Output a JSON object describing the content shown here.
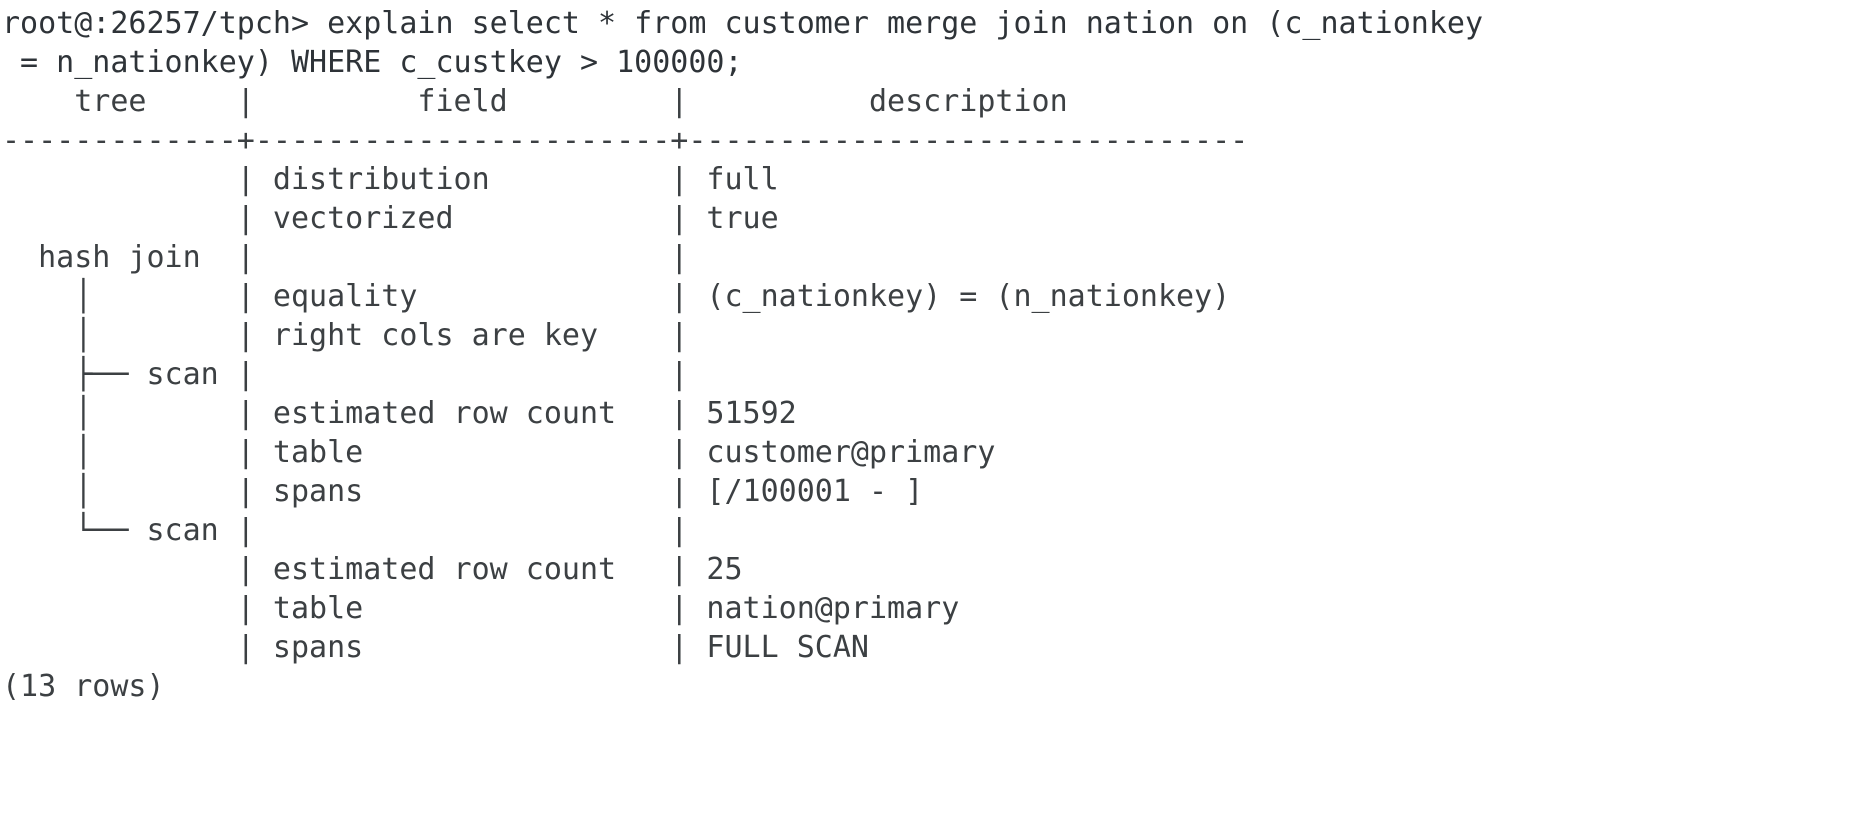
{
  "terminal": {
    "app": "cockroach-sql-shell",
    "prompt": "root@:26257/tpch>",
    "background_color": "#ffffff",
    "text_color": "#3c4043",
    "command": "explain select * from customer merge join nation on (c_nationkey = n_nationkey) WHERE c_custkey > 100000;",
    "prompt_line_1": "root@:26257/tpch> explain select * from customer merge join nation on (c_nationkey",
    "prompt_line_2": " = n_nationkey) WHERE c_custkey > 100000;",
    "header_line": "    tree     |         field         |          description",
    "separator_line": "-------------+-----------------------+-------------------------------",
    "footer": "(13 rows)",
    "row_count": 13
  },
  "table": {
    "columns": [
      "tree",
      "field",
      "description"
    ],
    "rows": [
      {
        "tree": "",
        "field": "distribution",
        "description": "full"
      },
      {
        "tree": "",
        "field": "vectorized",
        "description": "true"
      },
      {
        "tree": "hash join",
        "field": "",
        "description": ""
      },
      {
        "tree": "",
        "field": "equality",
        "description": "(c_nationkey) = (n_nationkey)"
      },
      {
        "tree": "",
        "field": "right cols are key",
        "description": ""
      },
      {
        "tree": "scan",
        "field": "",
        "description": ""
      },
      {
        "tree": "",
        "field": "estimated row count",
        "description": "51592"
      },
      {
        "tree": "",
        "field": "table",
        "description": "customer@primary"
      },
      {
        "tree": "",
        "field": "spans",
        "description": "[/100001 - ]"
      },
      {
        "tree": "scan",
        "field": "",
        "description": ""
      },
      {
        "tree": "",
        "field": "estimated row count",
        "description": "25"
      },
      {
        "tree": "",
        "field": "table",
        "description": "nation@primary"
      },
      {
        "tree": "",
        "field": "spans",
        "description": "FULL SCAN"
      }
    ]
  },
  "output_lines": [
    "    tree     |         field         |          description",
    "-------------+-----------------------+-------------------------------",
    "             | distribution          | full",
    "             | vectorized            | true",
    "  hash join  |                       |",
    "    │        | equality              | (c_nationkey) = (n_nationkey)",
    "    │        | right cols are key    |",
    "    ├── scan |                       |",
    "    │        | estimated row count   | 51592",
    "    │        | table                 | customer@primary",
    "    │        | spans                 | [/100001 - ]",
    "    └── scan |                       |",
    "             | estimated row count   | 25",
    "             | table                 | nation@primary",
    "             | spans                 | FULL SCAN"
  ],
  "lines": [
    {
      "name": "prompt-line-1",
      "text": "root@:26257/tpch> explain select * from customer merge join nation on (c_nationkey"
    },
    {
      "name": "prompt-line-2",
      "text": " = n_nationkey) WHERE c_custkey > 100000;"
    },
    {
      "name": "table-header",
      "text": "    tree     |         field         |          description"
    },
    {
      "name": "table-separator",
      "text": "-------------+-----------------------+-------------------------------"
    },
    {
      "name": "row-distribution",
      "text": "             | distribution          | full"
    },
    {
      "name": "row-vectorized",
      "text": "             | vectorized            | true"
    },
    {
      "name": "row-hash-join",
      "text": "  hash join  |                       |"
    },
    {
      "name": "row-equality",
      "text": "    │        | equality              | (c_nationkey) = (n_nationkey)"
    },
    {
      "name": "row-right-cols-are-key",
      "text": "    │        | right cols are key    |"
    },
    {
      "name": "row-scan-1",
      "text": "    ├── scan |                       |"
    },
    {
      "name": "row-est-rows-1",
      "text": "    │        | estimated row count   | 51592"
    },
    {
      "name": "row-table-1",
      "text": "    │        | table                 | customer@primary"
    },
    {
      "name": "row-spans-1",
      "text": "    │        | spans                 | [/100001 - ]"
    },
    {
      "name": "row-scan-2",
      "text": "    └── scan |                       |"
    },
    {
      "name": "row-est-rows-2",
      "text": "             | estimated row count   | 25"
    },
    {
      "name": "row-table-2",
      "text": "             | table                 | nation@primary"
    },
    {
      "name": "row-spans-2",
      "text": "             | spans                 | FULL SCAN"
    },
    {
      "name": "row-count-line",
      "text": "(13 rows)"
    }
  ]
}
